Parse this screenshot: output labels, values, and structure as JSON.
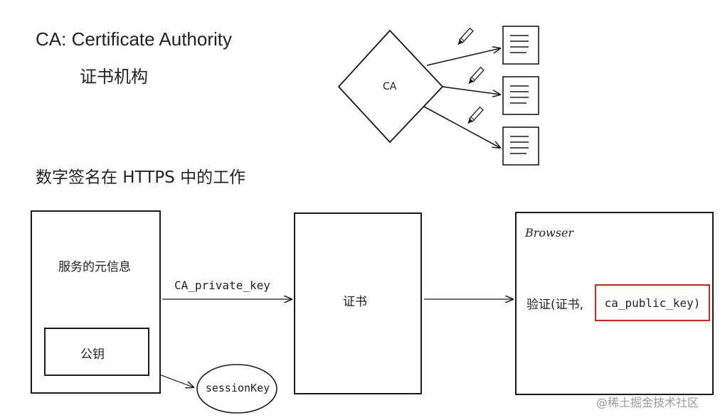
{
  "title_en": "CA: Certificate Authority",
  "title_cn": "证书机构",
  "section_title": "数字签名在 HTTPS 中的工作",
  "ca_node": {
    "label": "CA"
  },
  "server": {
    "meta_label": "服务的元信息",
    "pubkey_label": "公钥"
  },
  "private_key_label": "CA_private_key",
  "certificate": {
    "label": "证书"
  },
  "browser": {
    "title": "Browser",
    "verify_label": "验证(证书,",
    "verify_key": "ca_public_key)"
  },
  "session_key": "sessionKey",
  "watermark": "@稀土掘金技术社区",
  "colors": {
    "stroke": "#1a1a1a",
    "highlight": "#d42020"
  }
}
